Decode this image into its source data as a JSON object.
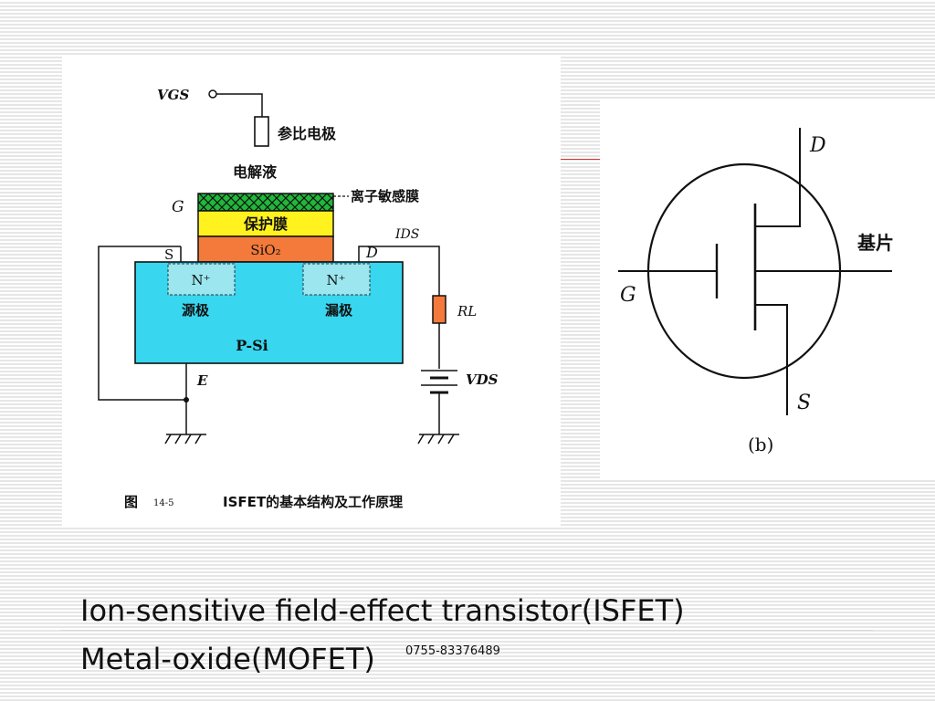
{
  "fig_a": {
    "labels": {
      "vgs": "VGS",
      "ref_electrode": "参比电极",
      "electrolyte": "电解液",
      "gate": "G",
      "ion_film": "离子敏感膜",
      "protect_film": "保护膜",
      "sio2": "SiO₂",
      "source_terminal": "S",
      "drain_terminal": "D",
      "ids": "IDS",
      "n_plus_left": "N⁺",
      "n_plus_right": "N⁺",
      "source": "源极",
      "drain": "漏极",
      "substrate": "P-Si",
      "rl": "RL",
      "vds": "VDS",
      "e": "E",
      "caption_prefix": "图",
      "caption_num": "14-5",
      "caption": "ISFET的基本结构及工作原理"
    },
    "colors": {
      "substrate": "#38d6ef",
      "n_region": "#9be6ef",
      "sio2": "#f37a3a",
      "protect": "#fff21e",
      "ion_film": "#1fb83b",
      "resistor": "#f37a3a"
    }
  },
  "fig_b": {
    "labels": {
      "d": "D",
      "g": "G",
      "s": "S",
      "substrate": "基片",
      "caption": "(b)"
    }
  },
  "slide": {
    "line1": "Ion-sensitive field-effect transistor(ISFET)",
    "line2": "Metal-oxide(MOFET)",
    "phone": "0755-83376489"
  }
}
